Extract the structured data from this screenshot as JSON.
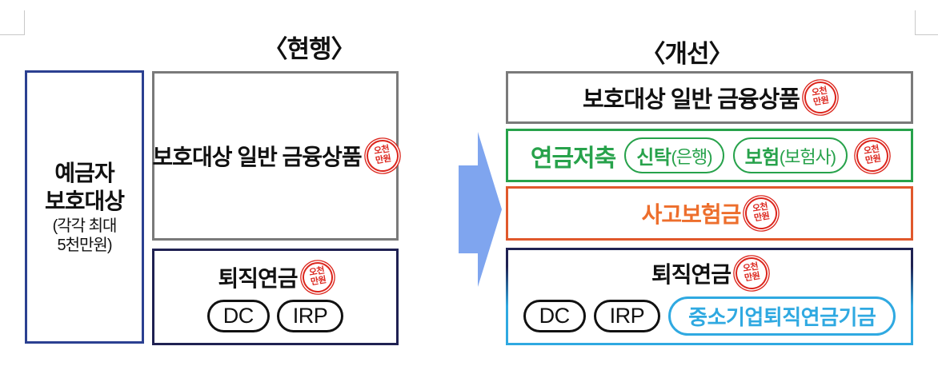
{
  "titles": {
    "current": "〈현행〉",
    "improved": "〈개선〉"
  },
  "stamp": {
    "line1": "오천",
    "line2": "만원"
  },
  "left_panel": {
    "title_line1": "예금자",
    "title_line2": "보호대상",
    "note_line1": "(각각 최대",
    "note_line2": "5천만원)"
  },
  "current": {
    "general": {
      "label": "보호대상 일반 금융상품"
    },
    "pension": {
      "label": "퇴직연금",
      "pills": [
        "DC",
        "IRP"
      ]
    }
  },
  "improved": {
    "general": {
      "label": "보호대상 일반 금융상품"
    },
    "savings": {
      "title": "연금저축",
      "pills": [
        {
          "strong": "신탁",
          "light": "(은행)"
        },
        {
          "strong": "보험",
          "light": "(보험사)"
        }
      ]
    },
    "accident": {
      "label": "사고보험금"
    },
    "pension": {
      "label": "퇴직연금",
      "pills": [
        "DC",
        "IRP"
      ],
      "fund_pill": "중소기업퇴직연금기금"
    }
  },
  "colors": {
    "left_box_border": "#2B4091",
    "gray_border": "#7A7A7A",
    "dark_navy_border": "#1F2152",
    "green": "#27A24B",
    "orange": "#E0582C",
    "cyan": "#2FA9E1",
    "stamp_red": "#DC261D",
    "arrow_blue": "#7FA5EF"
  }
}
